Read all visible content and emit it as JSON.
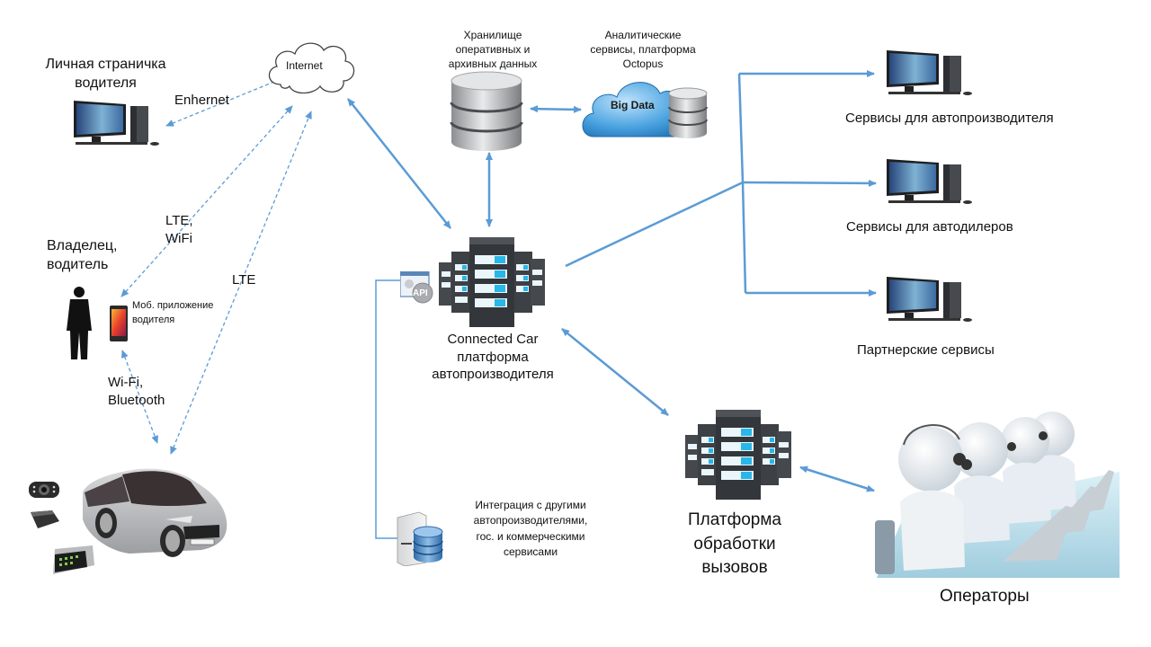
{
  "diagram": {
    "title": "Connected Car architecture",
    "colors": {
      "connector": "#5b9bd5",
      "server_dark": "#3a3d40",
      "server_led": "#29b6e8",
      "monitor_screen": "#4a7fb8",
      "cloud_blue": "#3a8fd0"
    },
    "nodes": {
      "personal_page": {
        "label_line1": "Личная страничка",
        "label_line2": "водителя",
        "icon": "desktop-computer-icon"
      },
      "internet": {
        "label": "Internet",
        "icon": "cloud-icon"
      },
      "storage": {
        "label_line1": "Хранилище",
        "label_line2": "оперативных и",
        "label_line3": "архивных данных",
        "icon": "database-icon"
      },
      "analytics": {
        "label_line1": "Аналитические",
        "label_line2": "сервисы, платформа",
        "label_line3": "Octopus",
        "cloud_text": "Big Data",
        "icon": "big-data-cloud-icon"
      },
      "owner": {
        "label_line1": "Владелец,",
        "label_line2": "водитель",
        "icon": "person-silhouette-icon"
      },
      "mobile_app": {
        "label_line1": "Моб. приложение",
        "label_line2": "водителя",
        "icon": "smartphone-icon"
      },
      "platform": {
        "label_line1": "Connected Car",
        "label_line2": "платформа",
        "label_line3": "автопроизводителя",
        "icon": "server-rack-icon",
        "api_badge": "API"
      },
      "integration": {
        "label_line1": "Интеграция с другими",
        "label_line2": "автопроизводителями,",
        "label_line3": "гос. и коммерческими",
        "label_line4": "сервисами",
        "icon": "server-database-icon"
      },
      "car": {
        "icon": "car-icon",
        "devices": [
          "dashcam-icon",
          "radar-detector-icon",
          "head-unit-icon"
        ]
      },
      "manufacturer_services": {
        "label": "Сервисы для автопроизводителя",
        "icon": "desktop-computer-icon"
      },
      "dealer_services": {
        "label": "Сервисы для автодилеров",
        "icon": "desktop-computer-icon"
      },
      "partner_services": {
        "label": "Партнерские сервисы",
        "icon": "desktop-computer-icon"
      },
      "call_platform": {
        "label_line1": "Платформа",
        "label_line2": "обработки",
        "label_line3": "вызовов",
        "icon": "server-rack-icon"
      },
      "operators": {
        "label": "Операторы",
        "icon": "call-center-operators-icon"
      }
    },
    "edges": {
      "ethernet": "Enhernet",
      "lte_wifi_line1": "LTE,",
      "lte_wifi_line2": "WiFi",
      "lte": "LTE",
      "wifi_bt_line1": "Wi-Fi,",
      "wifi_bt_line2": "Bluetooth"
    }
  }
}
